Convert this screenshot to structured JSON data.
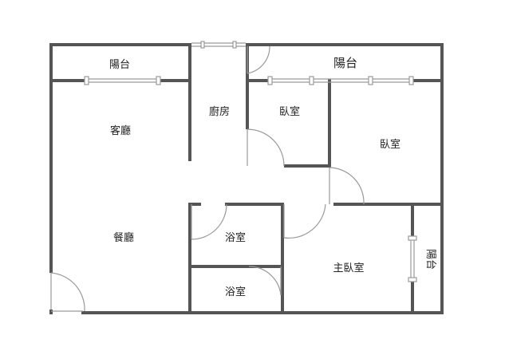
{
  "colors": {
    "wall": "#555555",
    "window": "#9a9a9a",
    "door": "#999999",
    "text": "#222222"
  },
  "rooms": {
    "balcony_left": "陽台",
    "balcony_top": "陽台",
    "living_room": "客廳",
    "dining_room": "餐廳",
    "kitchen": "廚房",
    "bedroom_1": "臥室",
    "bedroom_2": "臥室",
    "bathroom_1": "浴室",
    "bathroom_2": "浴室",
    "master_bedroom": "主臥室",
    "balcony_right": "陽台"
  }
}
